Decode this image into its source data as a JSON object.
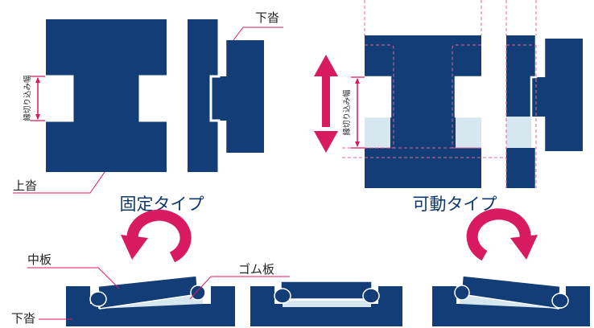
{
  "colors": {
    "navy": "#123d76",
    "light_blue": "#d6e7ef",
    "accent": "#d81b60",
    "leader_pink": "#d81b60",
    "white": "#ffffff"
  },
  "labels": {
    "lower_mat_top": "下沓",
    "upper_mat": "上沓",
    "edge_width_left": "縁切り込み幅",
    "edge_width_right": "縁切り込み幅",
    "middle_plate": "中板",
    "rubber_plate": "ゴム板",
    "lower_mat_bottom": "下沓"
  },
  "captions": {
    "fixed_type": "固定タイプ",
    "movable_type": "可動タイプ"
  },
  "icons": {
    "vertical_double_arrow": "up-down-arrow-icon",
    "rotate_left_arrow": "counterclockwise-arrow-icon",
    "rotate_right_arrow": "clockwise-arrow-icon"
  }
}
